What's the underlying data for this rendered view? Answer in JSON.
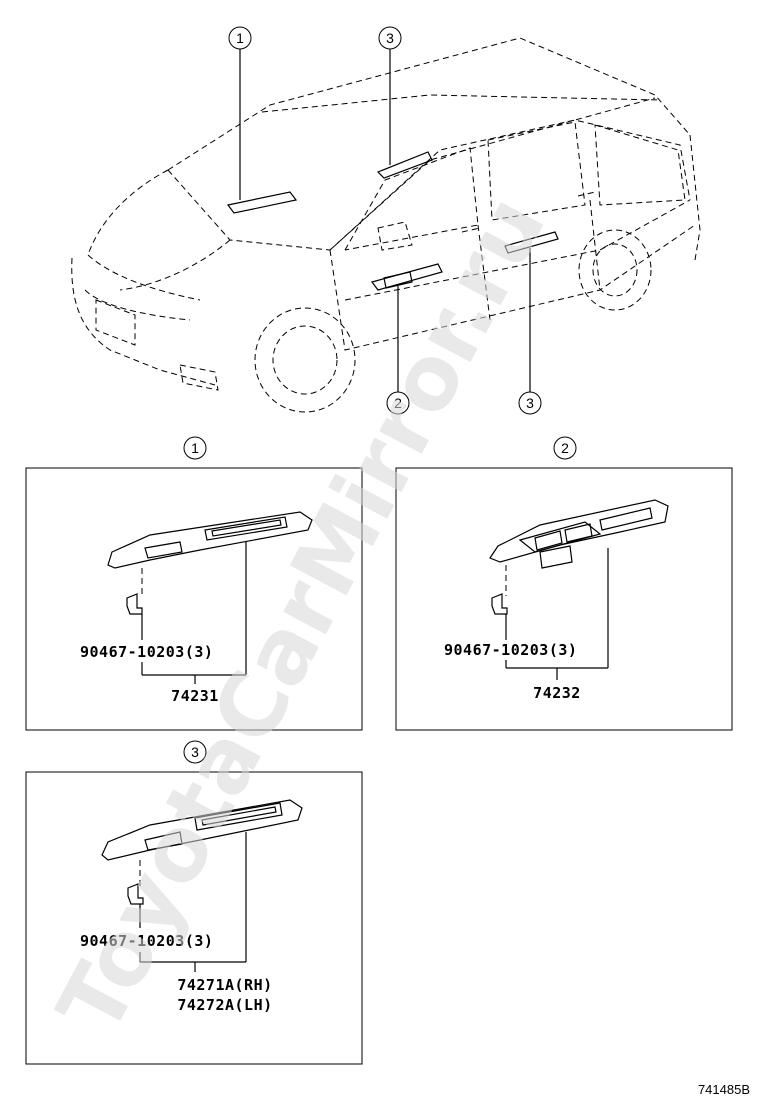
{
  "watermark": "ToyotaCarMirror.ru",
  "figure_id": "741485B",
  "overview_callouts": [
    "1",
    "3",
    "2",
    "3"
  ],
  "panels": [
    {
      "callout": "1",
      "clip_part": "90467-10203(3)",
      "assy_lines": [
        "74231"
      ]
    },
    {
      "callout": "2",
      "clip_part": "90467-10203(3)",
      "assy_lines": [
        "74232"
      ]
    },
    {
      "callout": "3",
      "clip_part": "90467-10203(3)",
      "assy_lines": [
        "74271A(RH)",
        "74272A(LH)"
      ]
    }
  ]
}
